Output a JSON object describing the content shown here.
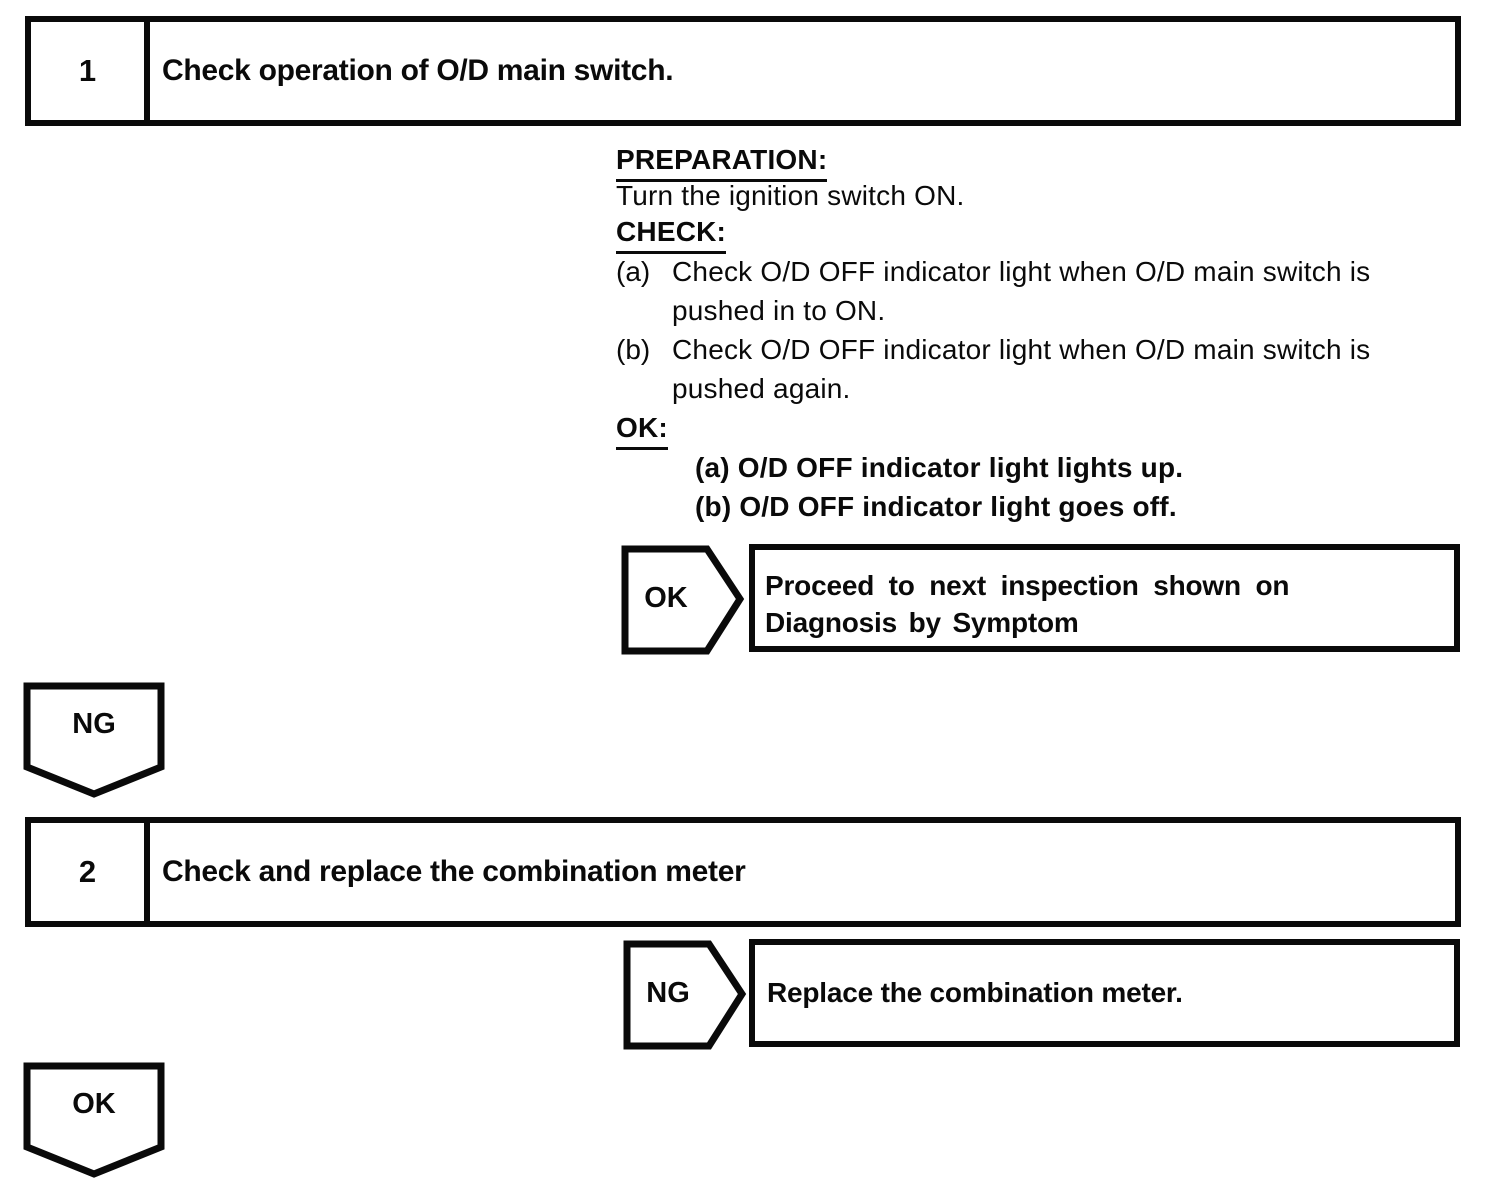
{
  "flowchart": {
    "step1": {
      "number": "1",
      "title": "Check operation of O/D main switch.",
      "preparation": {
        "label": "PREPARATION:",
        "text": "Turn the ignition switch ON."
      },
      "check": {
        "label": "CHECK:",
        "items": [
          {
            "marker": "(a)",
            "line1": "Check O/D OFF indicator light when O/D main switch is",
            "line2": "pushed in to ON."
          },
          {
            "marker": "(b)",
            "line1": "Check O/D OFF indicator light when O/D main switch is",
            "line2": "pushed again."
          }
        ]
      },
      "ok_criteria": {
        "label": "OK:",
        "items": [
          {
            "text": "(a) O/D OFF indicator light lights up."
          },
          {
            "text": "(b) O/D OFF indicator light goes off."
          }
        ]
      },
      "ok_branch": {
        "connector": "OK",
        "result_line1": "Proceed to next inspection shown on",
        "result_line2": "Diagnosis by Symptom"
      },
      "ng_branch": {
        "connector": "NG"
      }
    },
    "step2": {
      "number": "2",
      "title": "Check and replace the combination meter",
      "ng_branch": {
        "connector": "NG",
        "result": "Replace the combination meter."
      },
      "ok_branch": {
        "connector": "OK"
      }
    },
    "colors": {
      "ink": "#0a0a0a",
      "paper": "#ffffff"
    }
  }
}
